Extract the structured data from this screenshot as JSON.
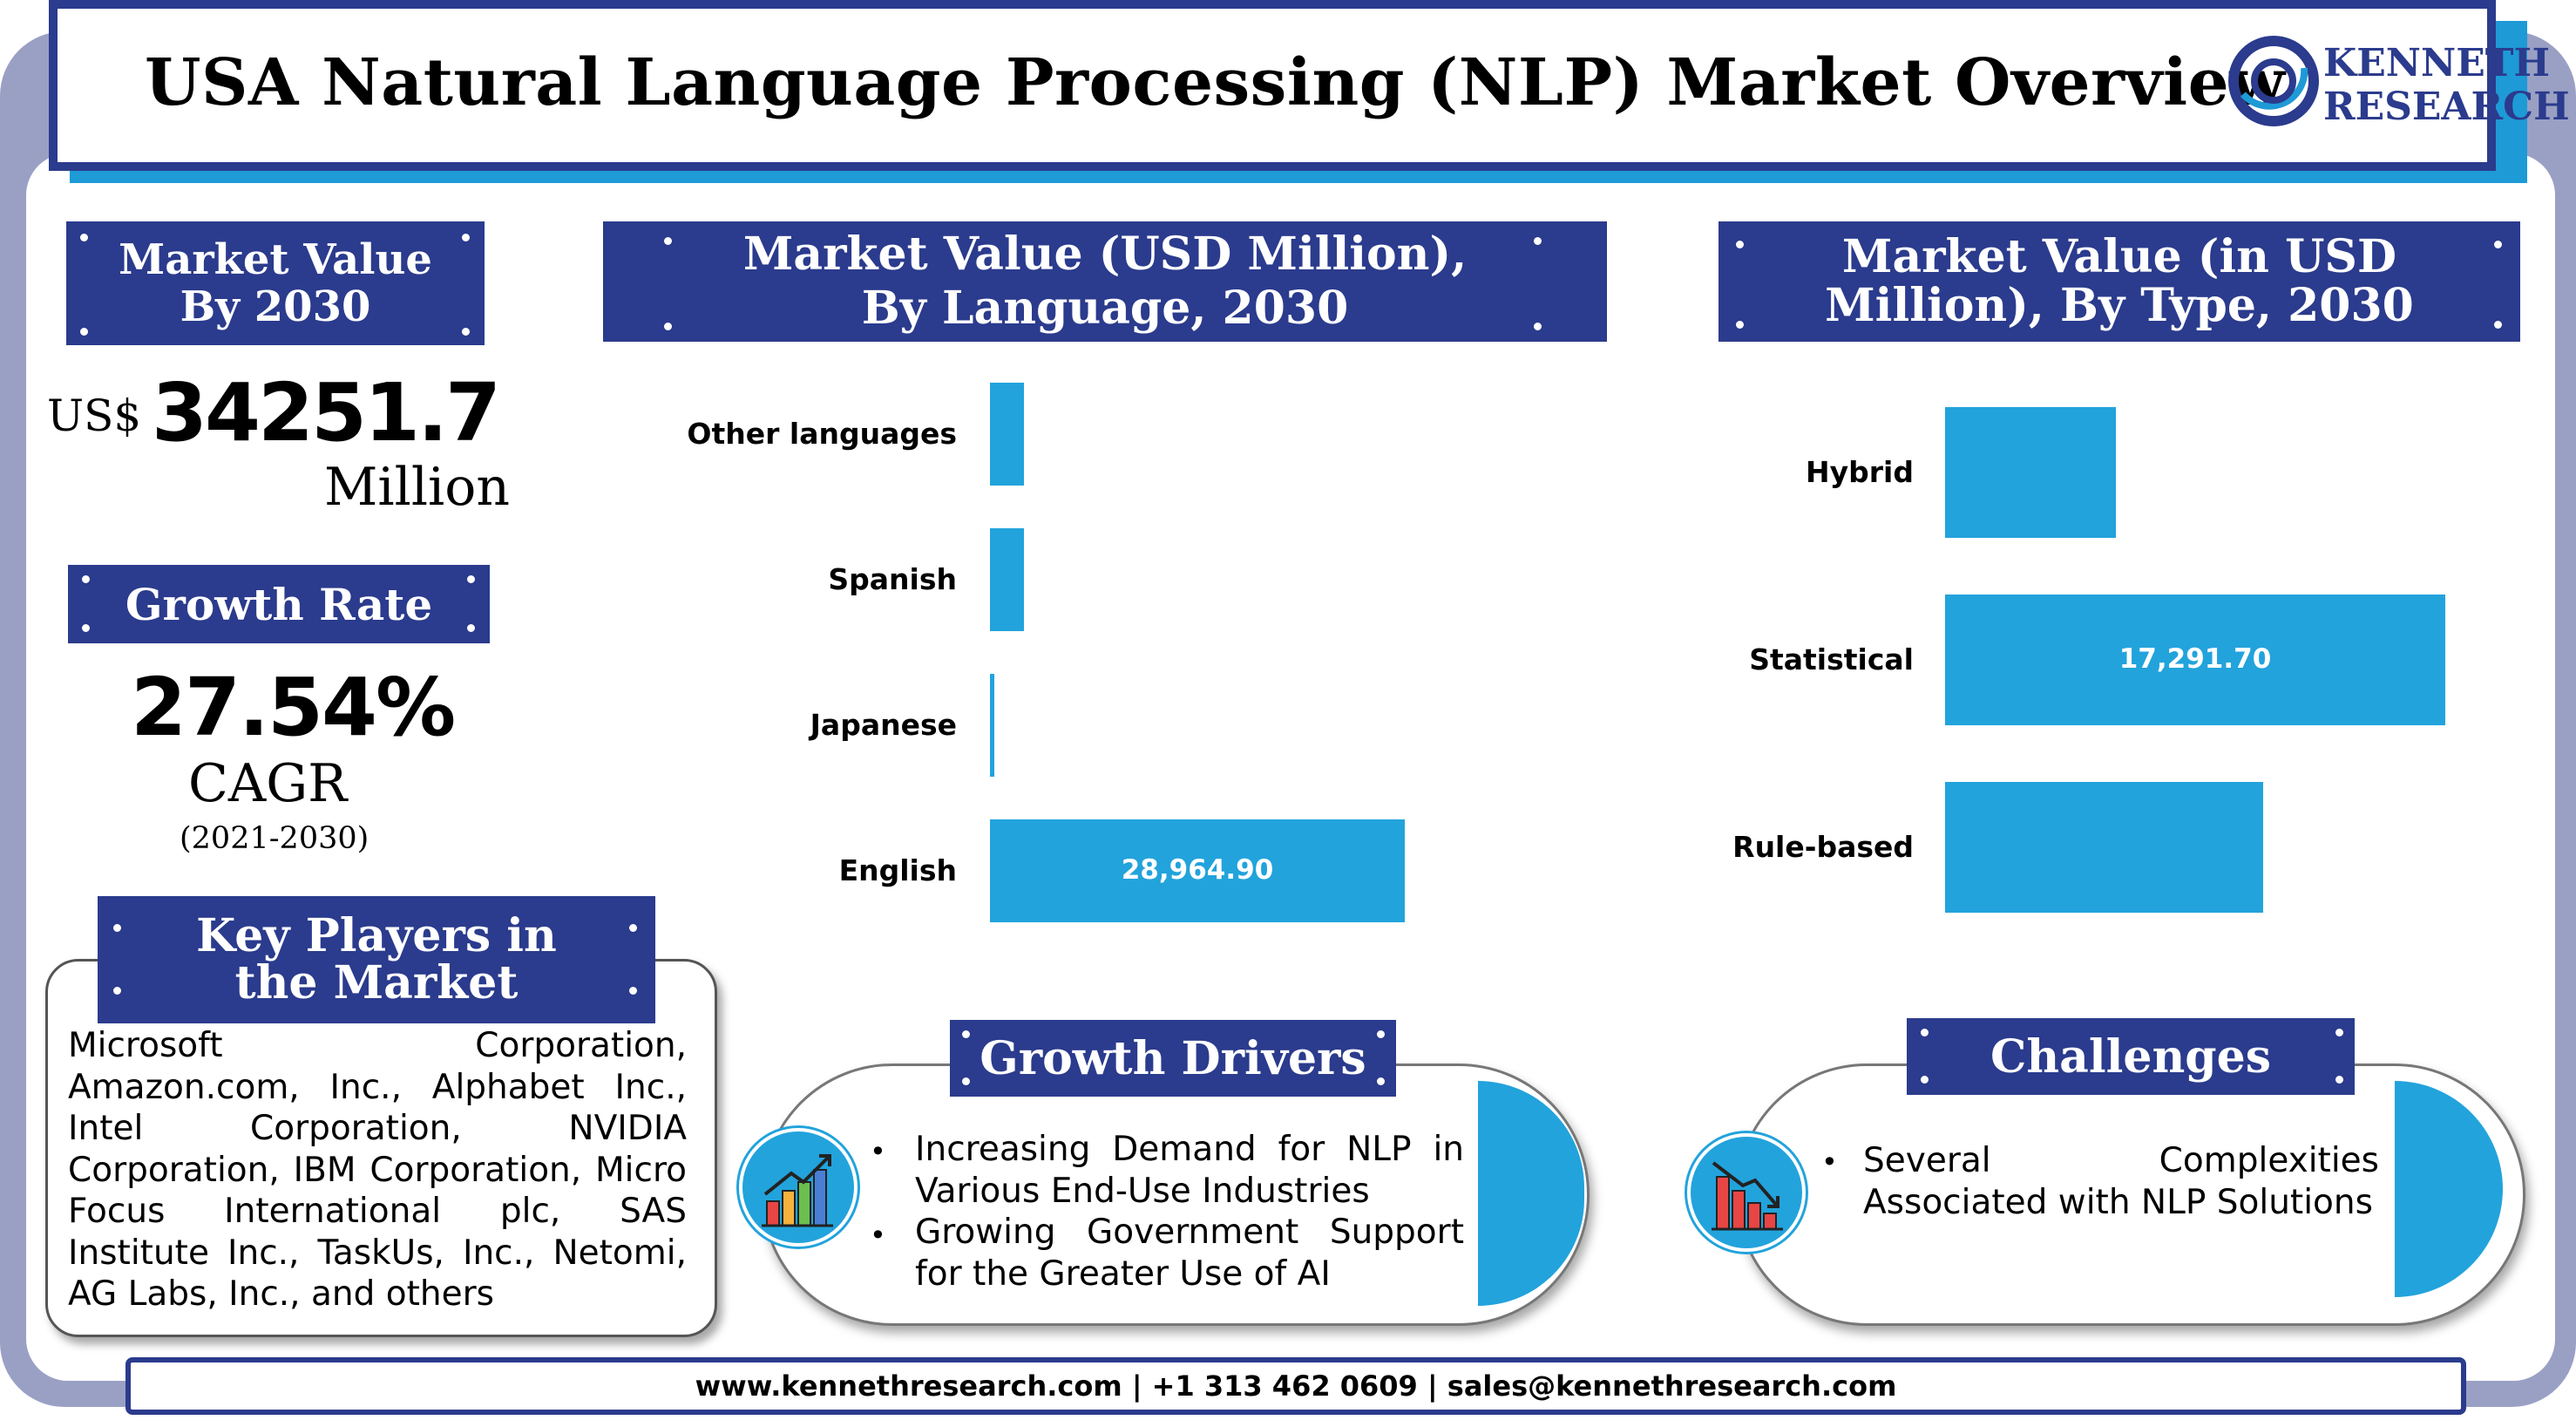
{
  "title": "USA Natural Language Processing (NLP) Market Overview",
  "logo": {
    "line1": "KENNETH",
    "line2": "RESEARCH"
  },
  "market_value": {
    "header": "Market Value By 2030",
    "currency": "US$",
    "value": "34251.7",
    "unit": "Million"
  },
  "growth": {
    "header": "Growth Rate",
    "value": "27.54%",
    "label": "CAGR",
    "period": "(2021-2030)"
  },
  "key_players": {
    "header": "Key Players in the Market",
    "text": "Microsoft Corporation, Amazon.com, Inc., Alphabet Inc., Intel Corporation, NVIDIA Corporation, IBM Corporation, Micro Focus International plc, SAS Institute Inc., TaskUs, Inc., Netomi, AG Labs, Inc., and others"
  },
  "chart_data": [
    {
      "type": "bar",
      "orientation": "horizontal",
      "title": "Market Value (USD Million), By Language, 2030",
      "categories": [
        "Other languages",
        "Spanish",
        "Japanese",
        "English"
      ],
      "values": [
        2400,
        2400,
        300,
        28964.9
      ],
      "data_labels": [
        "",
        "",
        "",
        "28,964.90"
      ]
    },
    {
      "type": "bar",
      "orientation": "horizontal",
      "title": "Market Value (in USD Million), By Type, 2030",
      "categories": [
        "Hybrid",
        "Statistical",
        "Rule-based"
      ],
      "values": [
        5900,
        17291.7,
        11000
      ],
      "data_labels": [
        "",
        "17,291.70",
        ""
      ]
    }
  ],
  "growth_drivers": {
    "header": "Growth Drivers",
    "items": [
      "Increasing Demand for NLP in Various End-Use Industries",
      "Growing Government Support for the Greater Use of AI"
    ]
  },
  "challenges": {
    "header": "Challenges",
    "items": [
      "Several Complexities Associated with NLP Solutions"
    ]
  },
  "footer": "www.kennethresearch.com | +1 313 462 0609 | sales@kennethresearch.com",
  "colors": {
    "navy": "#2b3b8d",
    "bar": "#22a3dc",
    "frame": "#9aa0c4"
  },
  "icons": [
    "growth-chart-icon",
    "decline-chart-icon"
  ]
}
